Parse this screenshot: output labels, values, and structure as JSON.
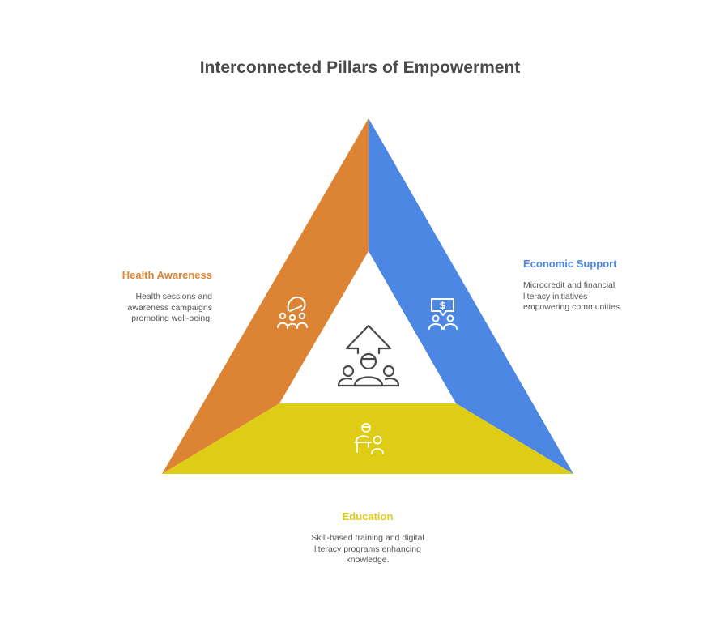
{
  "title": "Interconnected Pillars of Empowerment",
  "colors": {
    "health": "#dd8434",
    "economic": "#4d87e4",
    "education": "#dfcc15",
    "icon": "#ffffff",
    "center_icon": "#4a4a4a"
  },
  "pillars": {
    "health": {
      "title": "Health Awareness",
      "description": "Health sessions and awareness campaigns promoting well-being.",
      "icon": "community-health-icon"
    },
    "economic": {
      "title": "Economic Support",
      "description": "Microcredit and financial literacy initiatives empowering communities.",
      "icon": "financial-support-icon"
    },
    "education": {
      "title": "Education",
      "description": "Skill-based training and digital literacy programs enhancing knowledge.",
      "icon": "teacher-student-icon"
    }
  },
  "center": {
    "icon": "community-growth-icon"
  }
}
